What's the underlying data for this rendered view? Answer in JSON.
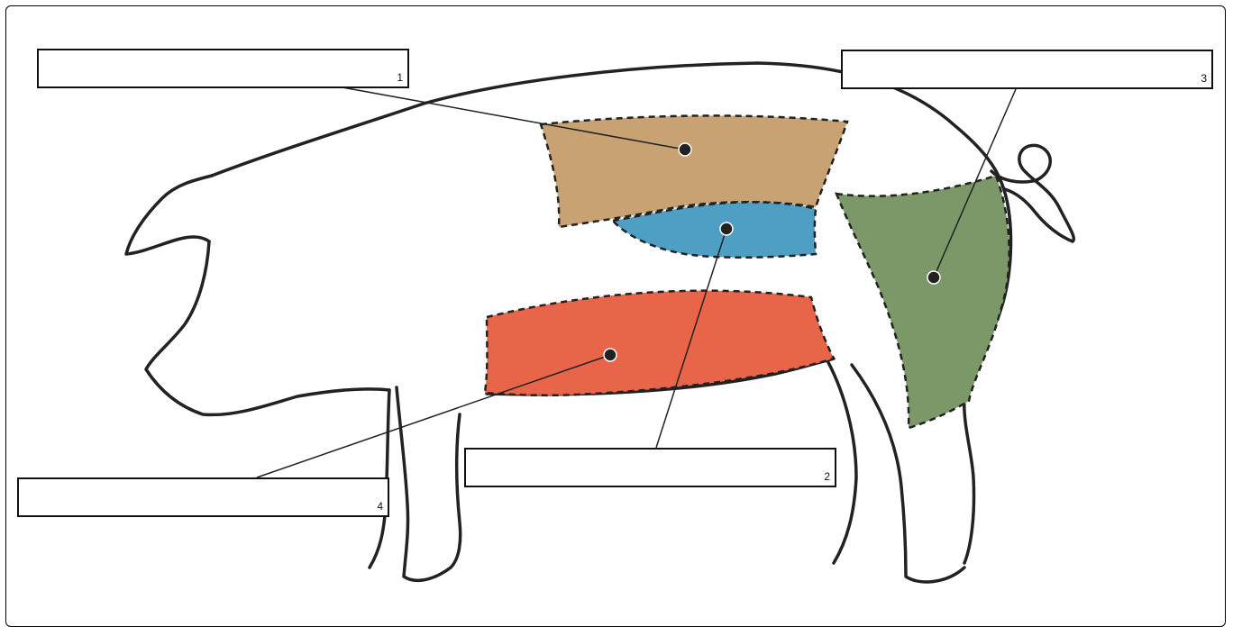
{
  "diagram": {
    "labels": [
      {
        "number": "1",
        "value": ""
      },
      {
        "number": "2",
        "value": ""
      },
      {
        "number": "3",
        "value": ""
      },
      {
        "number": "4",
        "value": ""
      }
    ],
    "regions": [
      {
        "number": "1",
        "color": "#C9A273"
      },
      {
        "number": "2",
        "color": "#4E9FC3"
      },
      {
        "number": "3",
        "color": "#7D9868"
      },
      {
        "number": "4",
        "color": "#E9654A"
      }
    ],
    "outline_color": "#222222"
  }
}
